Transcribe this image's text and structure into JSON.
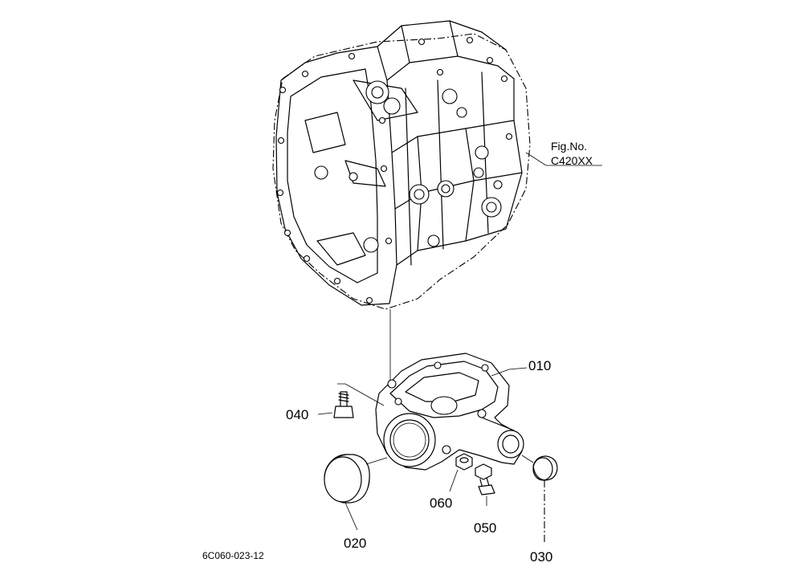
{
  "figure_reference": {
    "line1": "Fig.No.",
    "line2": "C420XX"
  },
  "parts": [
    {
      "id": "010",
      "label": "010",
      "icon": "transmission-case-housing-icon"
    },
    {
      "id": "020",
      "label": "020",
      "icon": "cover-cap-icon"
    },
    {
      "id": "030",
      "label": "030",
      "icon": "plug-icon"
    },
    {
      "id": "040",
      "label": "040",
      "icon": "bolt-icon"
    },
    {
      "id": "050",
      "label": "050",
      "icon": "bolt-icon"
    },
    {
      "id": "060",
      "label": "060",
      "icon": "nut-icon"
    }
  ],
  "diagram_code": "6C060-023-12",
  "main_assembly_icon": "transmission-case-icon"
}
